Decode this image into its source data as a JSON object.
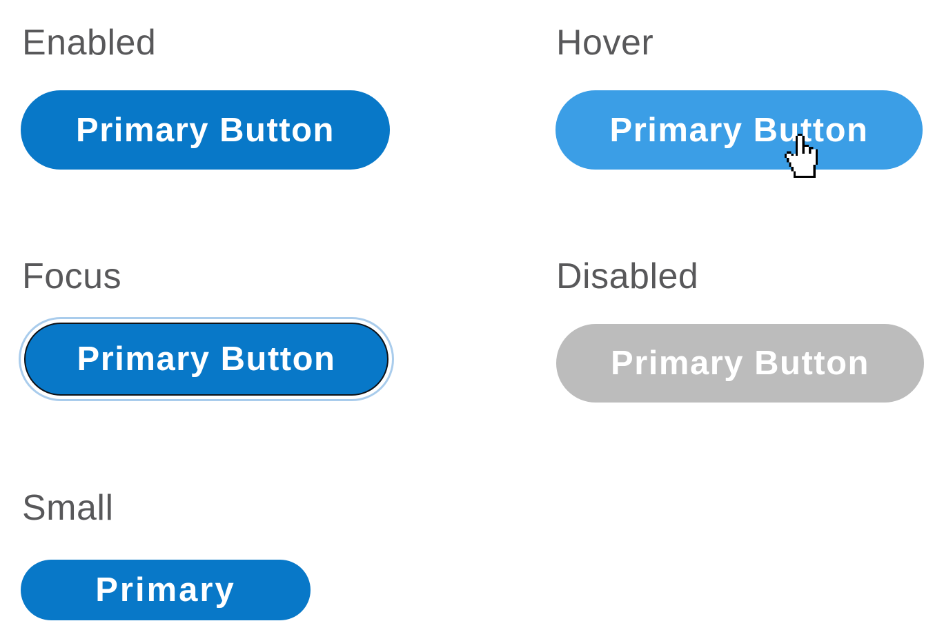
{
  "page": {
    "background": "#FFFFFF"
  },
  "sections": [
    {
      "id": "enabled",
      "label": "Enabled",
      "button_label": "Primary Button",
      "state": "enabled"
    },
    {
      "id": "hover",
      "label": "Hover",
      "button_label": "Primary Button",
      "state": "hover"
    },
    {
      "id": "focus",
      "label": "Focus",
      "button_label": "Primary Button",
      "state": "focus"
    },
    {
      "id": "disabled",
      "label": "Disabled",
      "button_label": "Primary Button",
      "state": "disabled"
    },
    {
      "id": "small",
      "label": "Small",
      "button_label": "Primary",
      "state": "small"
    }
  ],
  "colors": {
    "page_bg": "#FFFFFF",
    "primary": "#0878C8",
    "primary_hover": "#3B9EE6",
    "disabled_bg": "#BCBCBC",
    "focus_ring": "#A9CCEC",
    "focus_border": "#0E1116",
    "button_text": "#FFFFFF",
    "label_text": "#58585A"
  },
  "cursor": {
    "icon": "hand-pointer-cursor-icon",
    "over": "hover"
  }
}
